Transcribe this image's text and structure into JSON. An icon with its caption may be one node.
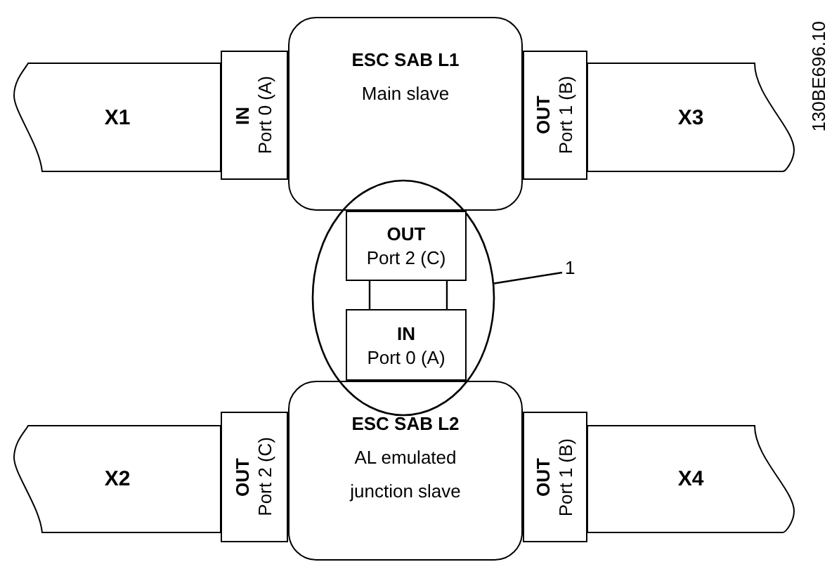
{
  "diagram": {
    "nodes": [
      {
        "text": [
          "X1"
        ]
      },
      {
        "text": [
          "IN",
          "Port 0 (A)"
        ]
      },
      {
        "text": [
          "ESC SAB L1",
          "Main slave"
        ]
      },
      {
        "text": [
          "OUT",
          "Port 1 (B)"
        ]
      },
      {
        "text": [
          "X3"
        ]
      },
      {
        "text": [],
        "shape": "circle"
      },
      {
        "text": [
          "OUT",
          "Port 2 (C)"
        ],
        "in": 5
      },
      {
        "text": [
          "IN",
          "Port 0 (A)"
        ],
        "in": 5
      },
      {
        "text": [
          "1"
        ]
      },
      {
        "text": [
          "X2"
        ]
      },
      {
        "text": [
          "OUT",
          "Port 2 (C)"
        ]
      },
      {
        "text": [
          "ESC SAB L2",
          "AL emulated junction slave"
        ]
      },
      {
        "text": [
          "OUT",
          "Port 1 (B)"
        ]
      },
      {
        "text": [
          "X4"
        ]
      }
    ],
    "edges": [
      {
        "from": 6,
        "to": 7,
        "arrow": "none"
      },
      {
        "from": 8,
        "to": 5,
        "arrow": "none"
      }
    ],
    "labels": [
      "130BE696.10"
    ]
  }
}
